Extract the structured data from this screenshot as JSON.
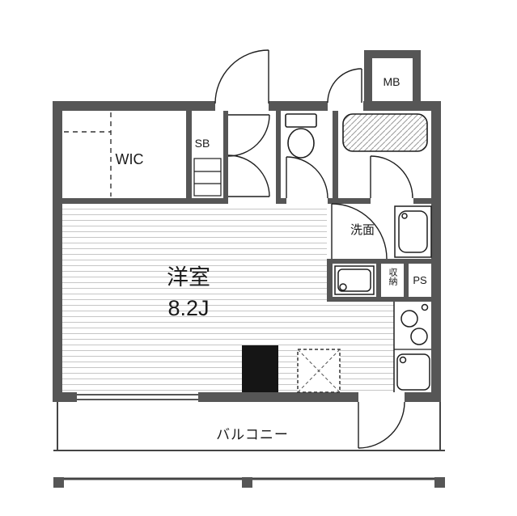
{
  "plan": {
    "labels": {
      "wic": "WIC",
      "sb": "SB",
      "mb": "MB",
      "room_name": "洋室",
      "room_size": "8.2J",
      "washroom": "洗面",
      "storage": "収納",
      "pipe_space": "PS",
      "balcony": "バルコニー"
    },
    "colors": {
      "wall": "#565656",
      "line": "#1e1e1e",
      "floor_hatch": "#c6c6c6",
      "tub_hatch": "#9a9a9a",
      "pillar": "#151515",
      "background": "#ffffff"
    }
  }
}
